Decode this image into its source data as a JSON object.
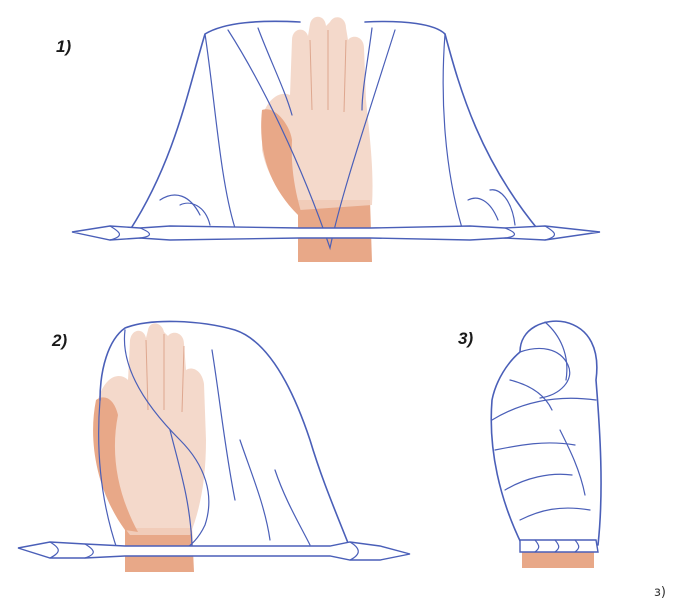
{
  "steps": [
    {
      "label": "1)"
    },
    {
      "label": "2)"
    },
    {
      "label": "3)"
    }
  ],
  "corner_label": "з)",
  "colors": {
    "outline": "#4a5fb8",
    "skin": "#e8a888",
    "skin_light": "#f2d2c2",
    "background": "#ffffff"
  }
}
